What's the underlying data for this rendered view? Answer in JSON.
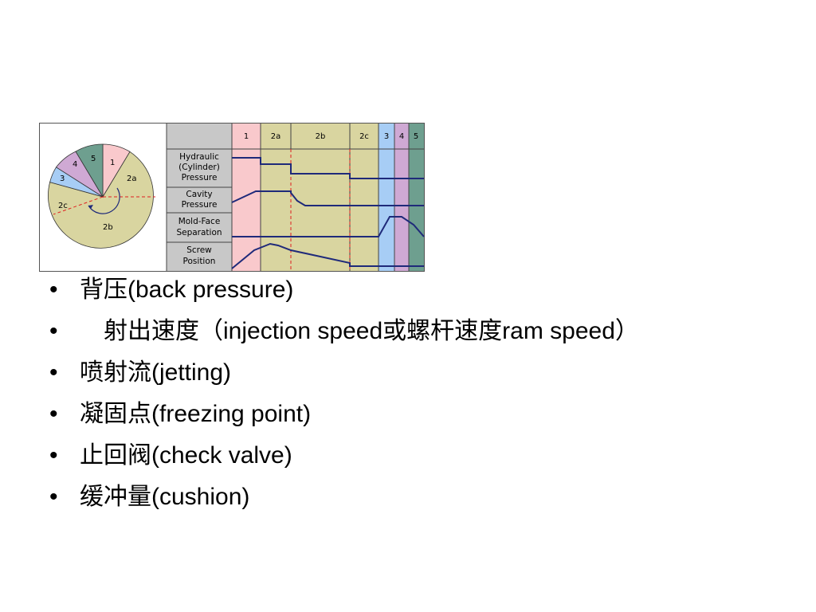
{
  "figure": {
    "pie_labels": [
      "1",
      "2a",
      "2b",
      "2c",
      "3",
      "4",
      "5"
    ],
    "column_headers": [
      "1",
      "2a",
      "2b",
      "2c",
      "3",
      "4",
      "5"
    ],
    "row_labels": [
      [
        "Hydraulic",
        "(Cylinder)",
        "Pressure"
      ],
      [
        "Cavity",
        "Pressure"
      ],
      [
        "Mold-Face",
        "Separation"
      ],
      [
        "Screw",
        "Position"
      ]
    ],
    "colors": {
      "stage1": "#f9c9cc",
      "stage2": "#d9d5a0",
      "stage3": "#a7cdf5",
      "stage4": "#cfa9d4",
      "stage5": "#6e9f8f",
      "label_col": "#c8c8c8",
      "curve": "#1f2a7a",
      "dashed": "#e02020"
    }
  },
  "bullets": [
    "背压(back pressure)",
    "　射出速度（injection speed或螺杆速度ram speed）",
    "喷射流(jetting)",
    "凝固点(freezing point)",
    "止回阀(check valve)",
    "缓冲量(cushion)"
  ],
  "bullet_symbol": "•"
}
